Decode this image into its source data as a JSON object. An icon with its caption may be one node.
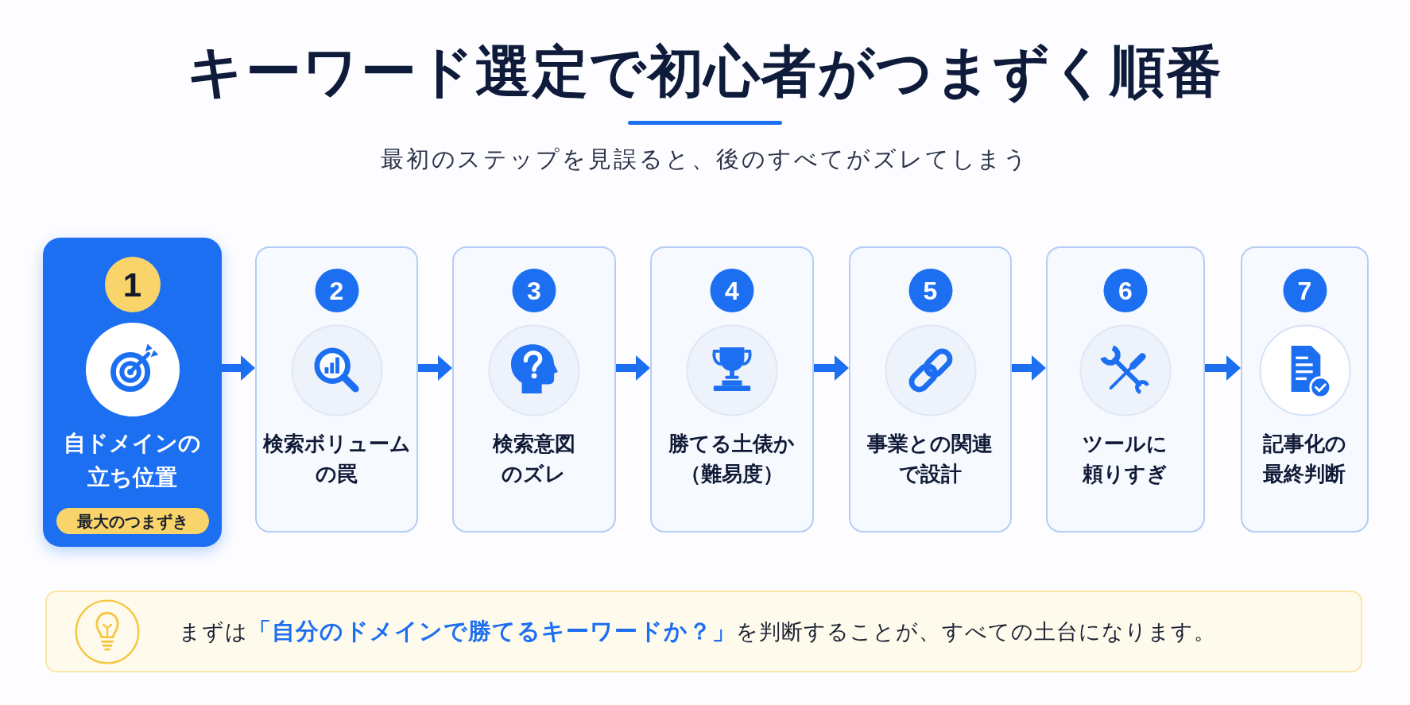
{
  "diagram": {
    "title": "キーワード選定で初心者がつまずく順番",
    "nodes": [
      {
        "text": [
          "1",
          "自ドメインの立ち位置"
        ]
      },
      {
        "text": [
          "最大のつまずき"
        ],
        "in": 0
      },
      {
        "text": [
          "2",
          "検索ボリュームの罠"
        ]
      },
      {
        "text": [
          "3",
          "検索意図のズレ"
        ]
      },
      {
        "text": [
          "4",
          "勝てる土俵か（難易度）"
        ]
      },
      {
        "text": [
          "5",
          "事業との関連で設計"
        ]
      },
      {
        "text": [
          "6",
          "ツールに頼りすぎ"
        ]
      },
      {
        "text": [
          "7",
          "記事化の最終判断"
        ]
      },
      {
        "text": [
          "まずは**「自分のドメインで勝てるキーワードか？」**を判断することが、すべての土台になります。"
        ]
      }
    ],
    "edges": [
      {
        "from": 0,
        "to": 2,
        "arrow": "to"
      },
      {
        "from": 2,
        "to": 3,
        "arrow": "to"
      },
      {
        "from": 3,
        "to": 4,
        "arrow": "to"
      },
      {
        "from": 4,
        "to": 5,
        "arrow": "to"
      },
      {
        "from": 5,
        "to": 6,
        "arrow": "to"
      },
      {
        "from": 6,
        "to": 7,
        "arrow": "to"
      }
    ],
    "labels": [
      "最初のステップを見誤ると、後のすべてがズレてしまう"
    ]
  }
}
